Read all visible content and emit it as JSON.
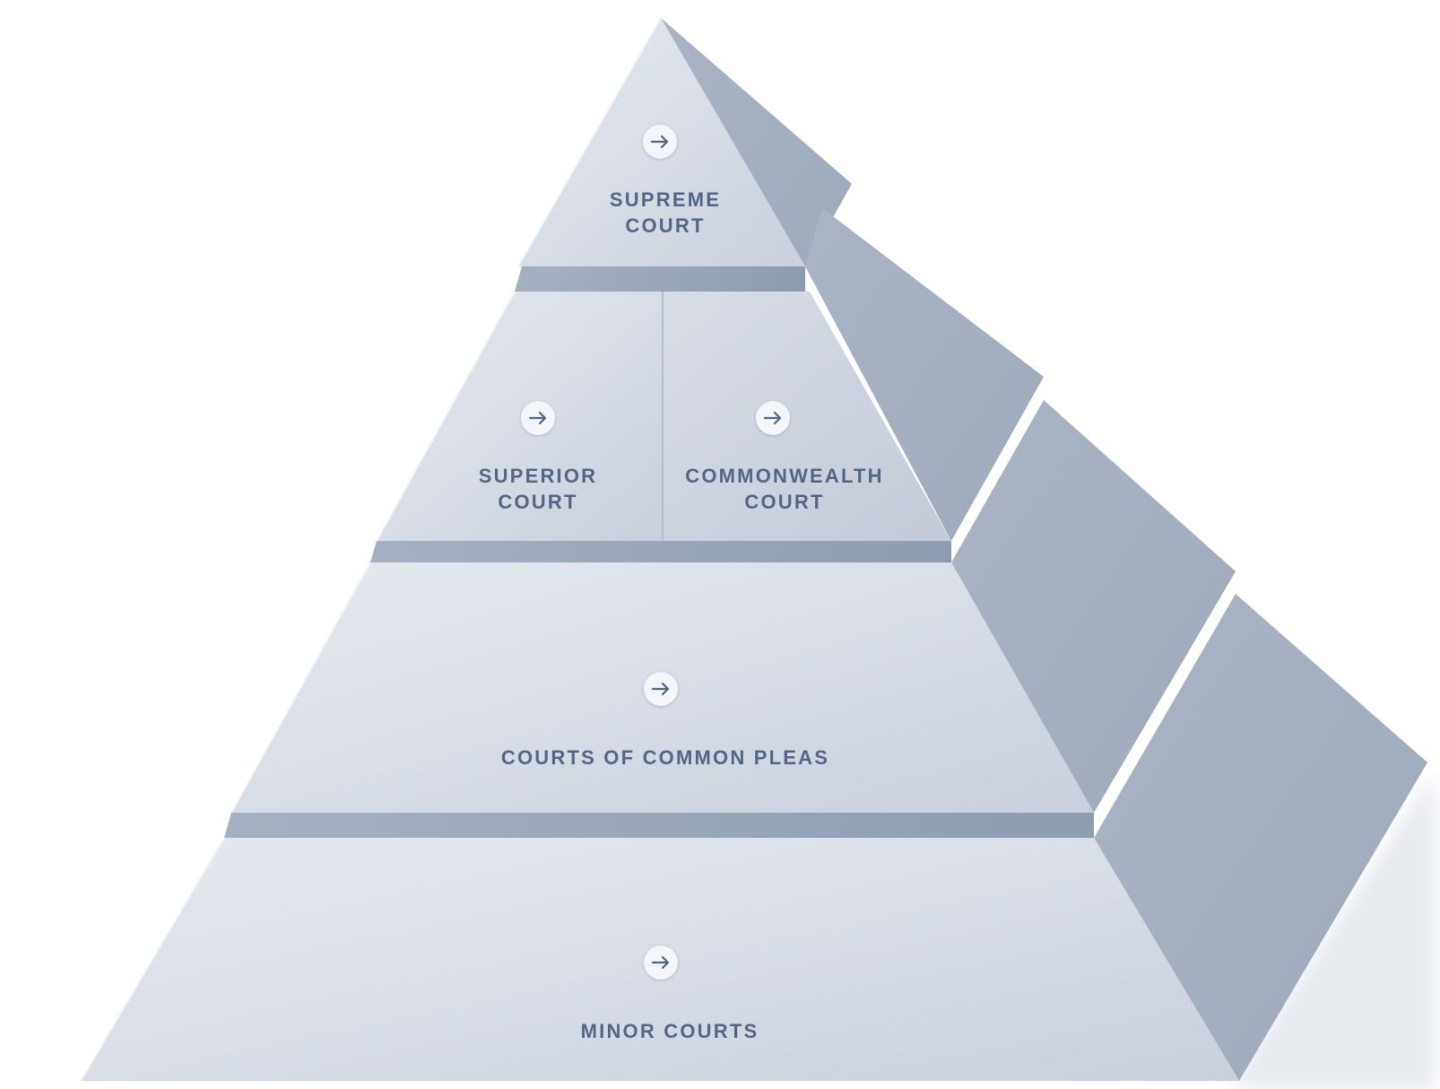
{
  "pyramid": {
    "supreme": {
      "line1": "SUPREME",
      "line2": "COURT",
      "icon": "arrow-right-icon"
    },
    "superior": {
      "line1": "SUPERIOR",
      "line2": "COURT",
      "icon": "arrow-right-icon"
    },
    "commonwealth": {
      "line1": "COMMONWEALTH",
      "line2": "COURT",
      "icon": "arrow-right-icon"
    },
    "common_pleas": {
      "label": "COURTS OF COMMON PLEAS",
      "icon": "arrow-right-icon"
    },
    "minor": {
      "label": "MINOR COURTS",
      "icon": "arrow-right-icon"
    }
  },
  "colors": {
    "face_light": "#dfe4ec",
    "face_mid": "#ccd3de",
    "side": "#a4afbf",
    "separator": "#96a3b6",
    "text": "#556585"
  }
}
